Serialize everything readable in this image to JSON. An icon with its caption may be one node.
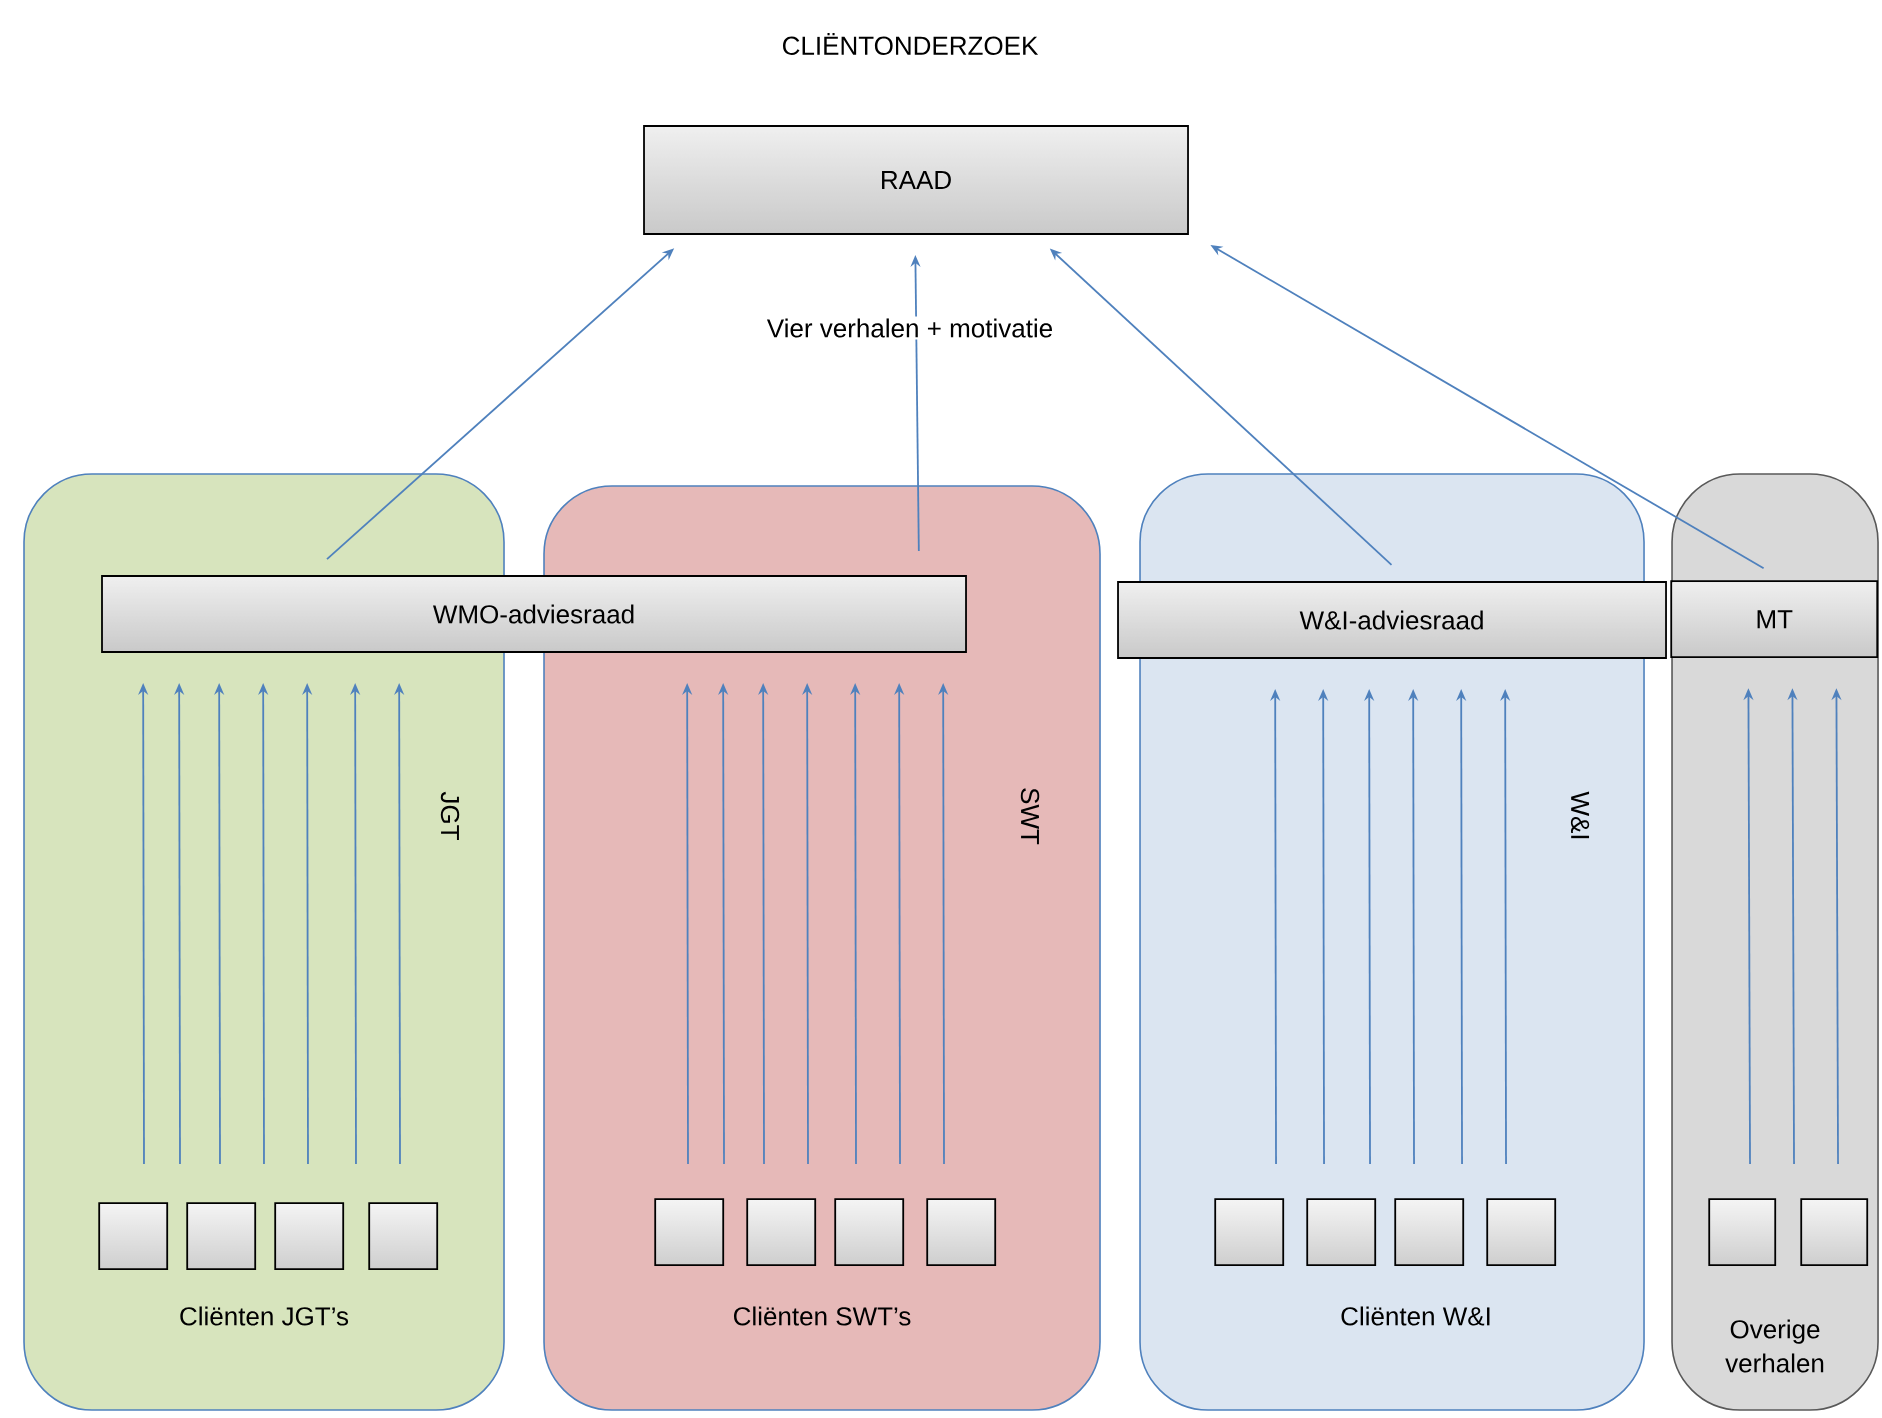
{
  "diagram": {
    "title": "CLIËNTONDERZOEK",
    "nodes": [
      {
        "text": [
          "RAAD"
        ]
      },
      {
        "text": [
          "JGT",
          "Cliënten JGT’s"
        ]
      },
      {
        "text": [
          "WMO-adviesraad"
        ]
      },
      {
        "text": [],
        "shape": "box",
        "in": 1
      },
      {
        "text": [],
        "shape": "box",
        "in": 1
      },
      {
        "text": [],
        "shape": "box",
        "in": 1
      },
      {
        "text": [],
        "shape": "box",
        "in": 1
      },
      {
        "text": [
          "SWT",
          "Cliënten SWT’s"
        ]
      },
      {
        "text": [],
        "shape": "box",
        "in": 7
      },
      {
        "text": [],
        "shape": "box",
        "in": 7
      },
      {
        "text": [],
        "shape": "box",
        "in": 7
      },
      {
        "text": [],
        "shape": "box",
        "in": 7
      },
      {
        "text": [
          "W&I",
          "Cliënten W&I"
        ]
      },
      {
        "text": [
          "W&I-adviesraad"
        ]
      },
      {
        "text": [],
        "shape": "box",
        "in": 12
      },
      {
        "text": [],
        "shape": "box",
        "in": 12
      },
      {
        "text": [],
        "shape": "box",
        "in": 12
      },
      {
        "text": [],
        "shape": "box",
        "in": 12
      },
      {
        "text": [
          "Overige verhalen"
        ]
      },
      {
        "text": [
          "MT"
        ],
        "in": 18
      },
      {
        "text": [],
        "shape": "box",
        "in": 18
      },
      {
        "text": [],
        "shape": "box",
        "in": 18
      }
    ],
    "edges": [
      {
        "from": 2,
        "to": 0,
        "arrow": "to"
      },
      {
        "from": 2,
        "to": 0,
        "arrow": "to"
      },
      {
        "from": 13,
        "to": 0,
        "arrow": "to"
      },
      {
        "from": 19,
        "to": 0,
        "arrow": "to"
      },
      {
        "from": null,
        "to": 2,
        "arrow": "to"
      },
      {
        "from": null,
        "to": 2,
        "arrow": "to"
      },
      {
        "from": null,
        "to": 2,
        "arrow": "to"
      },
      {
        "from": null,
        "to": 2,
        "arrow": "to"
      },
      {
        "from": null,
        "to": 2,
        "arrow": "to"
      },
      {
        "from": null,
        "to": 2,
        "arrow": "to"
      },
      {
        "from": null,
        "to": 2,
        "arrow": "to"
      },
      {
        "from": null,
        "to": 2,
        "arrow": "to"
      },
      {
        "from": null,
        "to": 2,
        "arrow": "to"
      },
      {
        "from": null,
        "to": 2,
        "arrow": "to"
      },
      {
        "from": null,
        "to": 2,
        "arrow": "to"
      },
      {
        "from": null,
        "to": 2,
        "arrow": "to"
      },
      {
        "from": null,
        "to": 2,
        "arrow": "to"
      },
      {
        "from": null,
        "to": 2,
        "arrow": "to"
      },
      {
        "from": null,
        "to": 13,
        "arrow": "to"
      },
      {
        "from": null,
        "to": 13,
        "arrow": "to"
      },
      {
        "from": null,
        "to": 13,
        "arrow": "to"
      },
      {
        "from": null,
        "to": 13,
        "arrow": "to"
      },
      {
        "from": null,
        "to": 13,
        "arrow": "to"
      },
      {
        "from": null,
        "to": 13,
        "arrow": "to"
      },
      {
        "from": null,
        "to": 19,
        "arrow": "to"
      },
      {
        "from": null,
        "to": 19,
        "arrow": "to"
      },
      {
        "from": null,
        "to": 19,
        "arrow": "to"
      }
    ],
    "labels": [
      "Vier verhalen + motivatie"
    ]
  }
}
